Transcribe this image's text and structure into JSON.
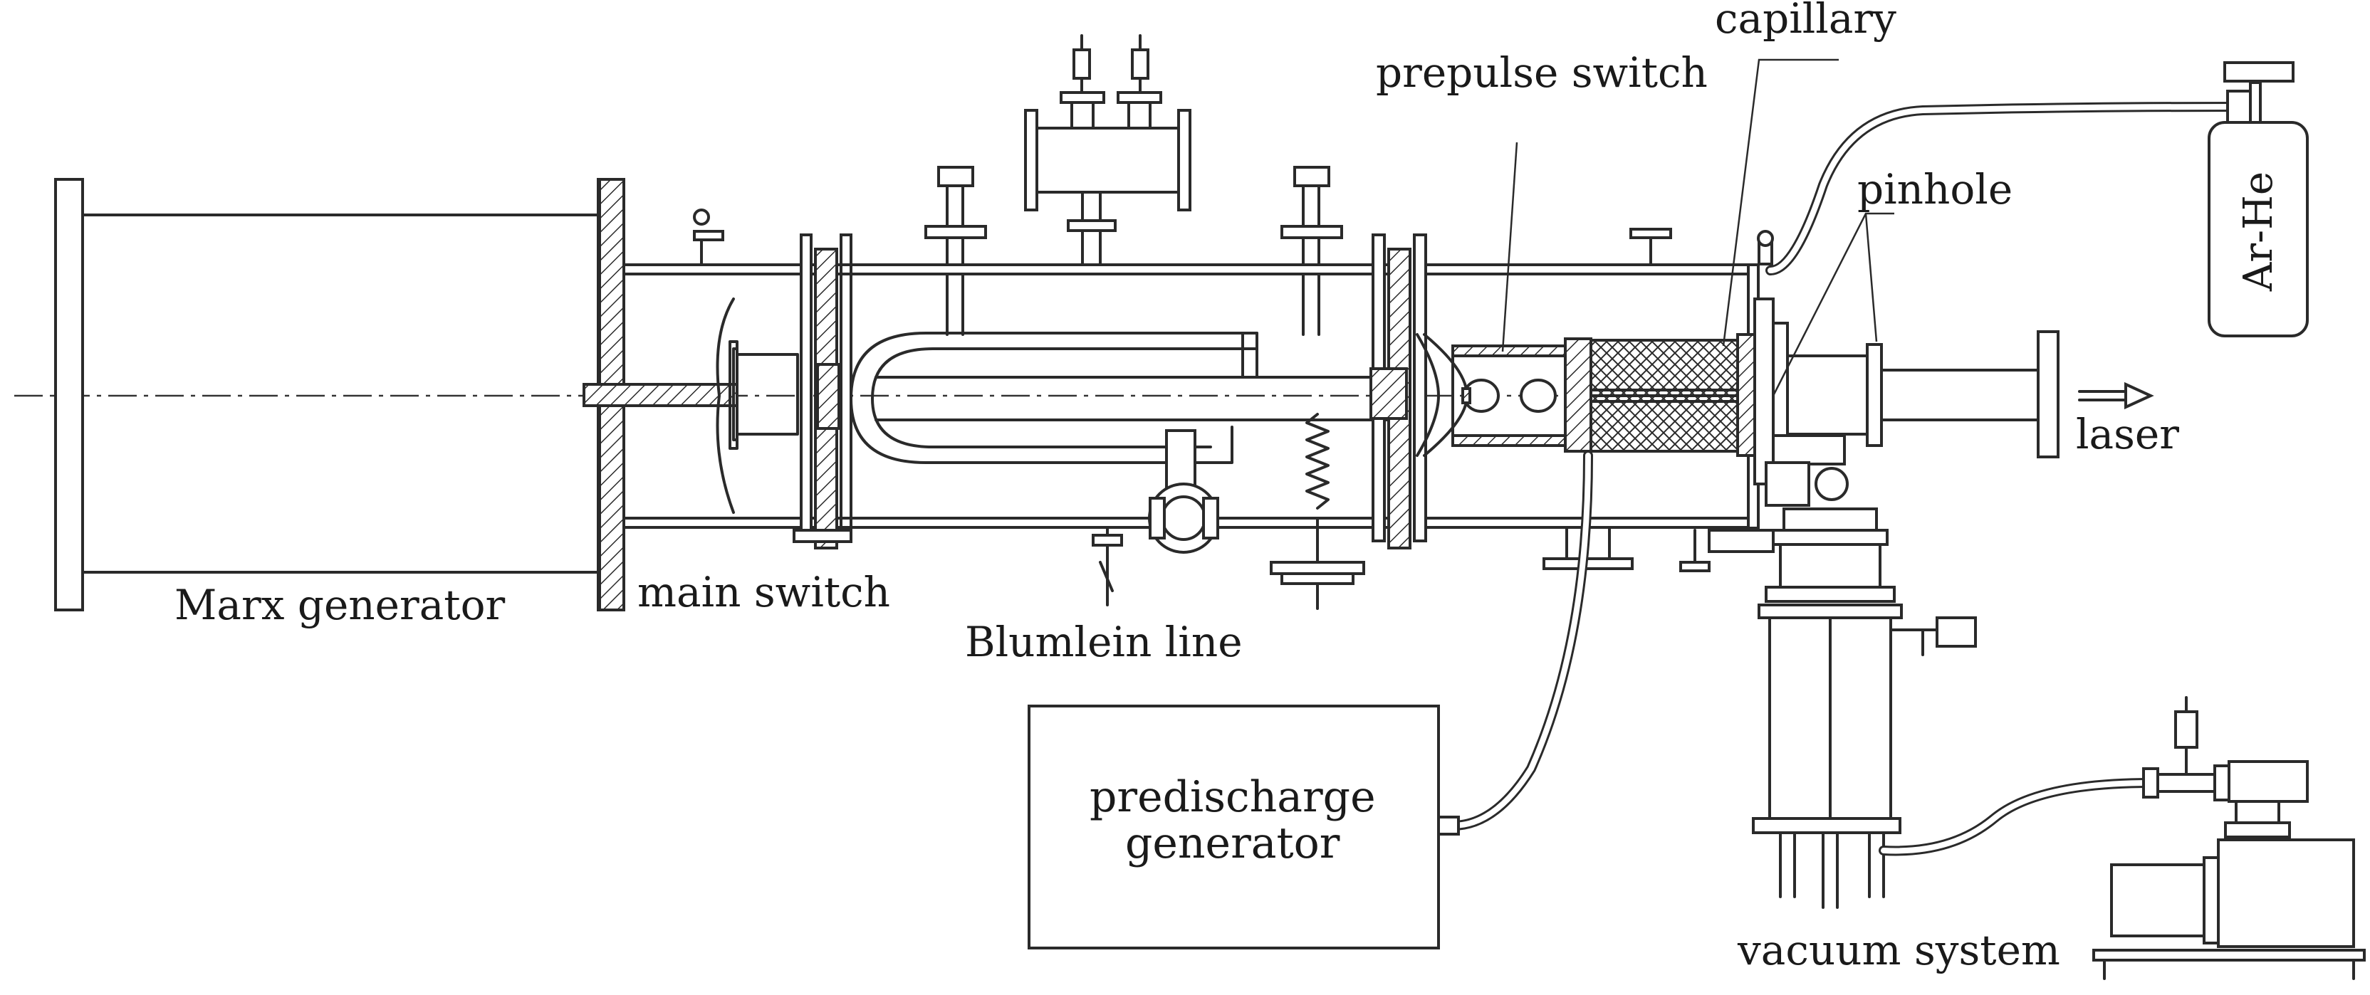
{
  "diagram": {
    "labels": {
      "marx": "Marx generator",
      "main_switch": "main switch",
      "blumlein": "Blumlein line",
      "prepulse": "prepulse switch",
      "capillary": "capillary",
      "pinhole": "pinhole",
      "gas_bottle": "Ar-He",
      "laser": "laser",
      "predischarge_line1": "predischarge",
      "predischarge_line2": "generator",
      "vacuum": "vacuum system"
    },
    "colors": {
      "line": "#2a2a2a",
      "background": "#ffffff"
    }
  }
}
